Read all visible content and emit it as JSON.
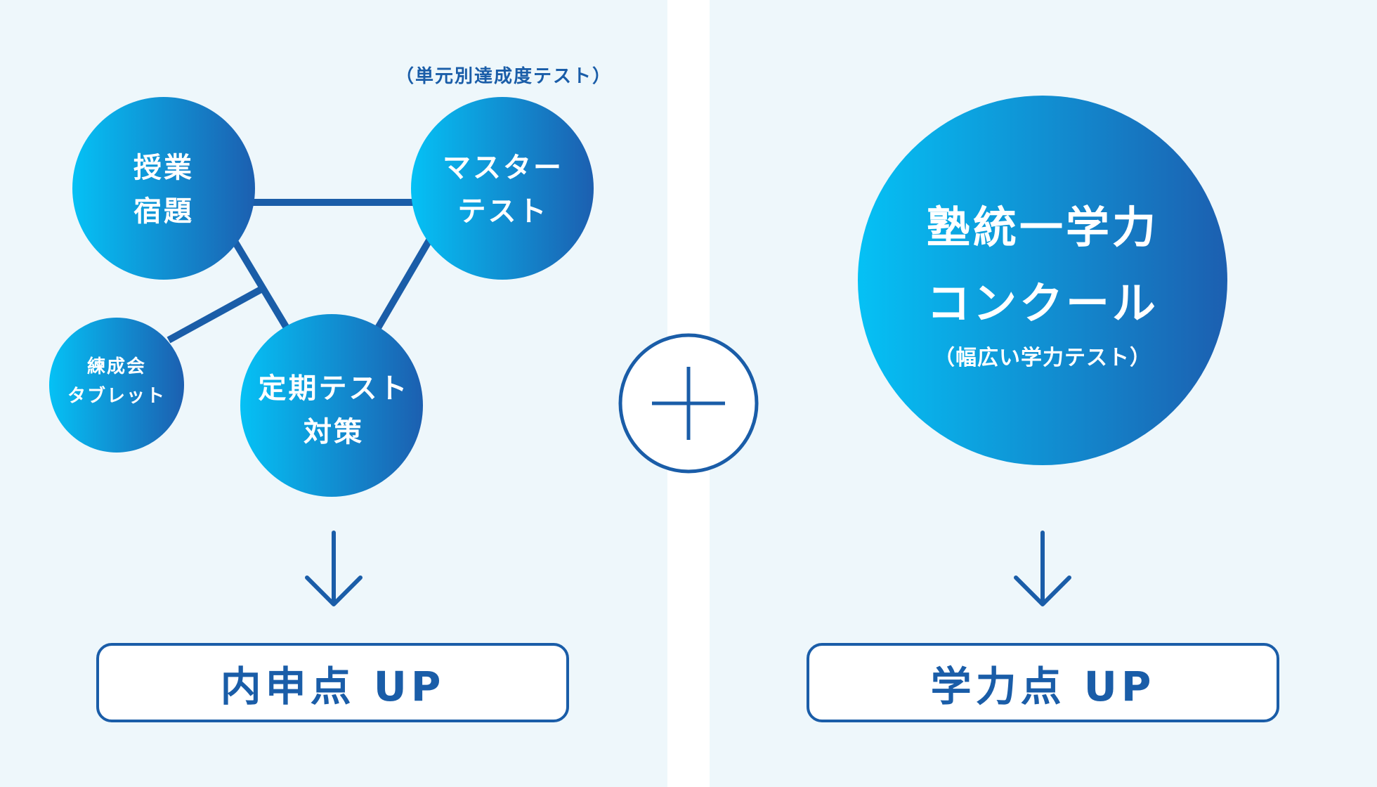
{
  "left_nodes": {
    "homework": {
      "line1": "授業",
      "line2": "宿題"
    },
    "master_test": {
      "line1": "マスター",
      "line2": "テスト",
      "caption": "（単元別達成度テスト）"
    },
    "tablet": {
      "line1": "練成会",
      "line2": "タブレット"
    },
    "periodic_test": {
      "line1": "定期テスト",
      "line2": "対策"
    }
  },
  "right_node": {
    "line1": "塾統一学力",
    "line2": "コンクール",
    "sub": "（幅広い学力テスト）"
  },
  "results": {
    "left": "内申点 UP",
    "right": "学力点 UP"
  },
  "colors": {
    "accent": "#1a5da8",
    "gradient_start": "#05c1f5",
    "gradient_end": "#1c5fb0",
    "panel_bg": "#eef7fb",
    "divider": "#ffffff"
  },
  "icons": {
    "plus": "plus-icon",
    "arrows": "arrow-down-icon"
  }
}
